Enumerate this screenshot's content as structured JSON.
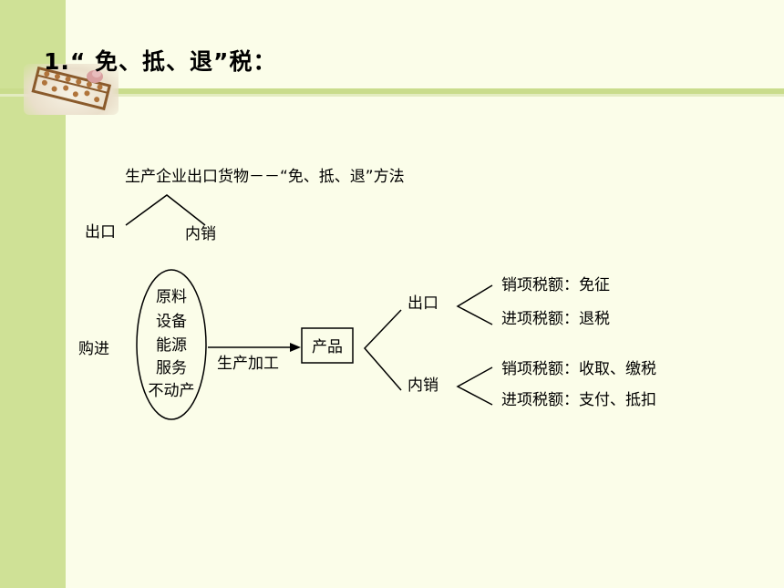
{
  "title": "1.“ 免、抵、退”税：",
  "diagram": {
    "heading": "生产企业出口货物－－“免、抵、退”方法",
    "branch_top": {
      "left": "出口",
      "right": "内销"
    },
    "purchase": "购进",
    "inputs": [
      "原料",
      "设备",
      "能源",
      "服务",
      "不动产"
    ],
    "process": "生产加工",
    "product": "产品",
    "export_label": "出口",
    "export_items": [
      "销项税额：免征",
      "进项税额：退税"
    ],
    "domestic_label": "内销",
    "domestic_items": [
      "销项税额：收取、缴税",
      "进项税额：支付、抵扣"
    ]
  }
}
